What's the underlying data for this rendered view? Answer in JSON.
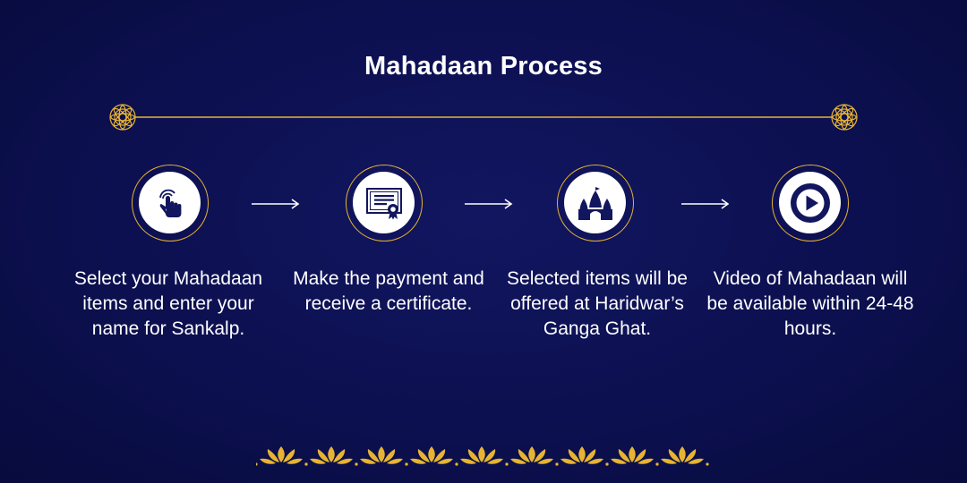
{
  "title": "Mahadaan Process",
  "colors": {
    "background": "#0c1050",
    "accent_gold": "#e7b432",
    "icon_disc": "#ffffff",
    "icon_fill": "#12165e"
  },
  "steps": [
    {
      "icon": "hand-pointer-icon",
      "text": "Select your Mahadaan items and enter your name for Sankalp."
    },
    {
      "icon": "certificate-icon",
      "text": "Make the payment and receive a certificate."
    },
    {
      "icon": "temple-icon",
      "text": "Selected items will be offered at Haridwar’s Ganga Ghat."
    },
    {
      "icon": "play-icon",
      "text": "Video of Mahadaan will be available within 24-48 hours."
    }
  ],
  "decor": {
    "divider_icon": "mandala-icon",
    "footer_icon": "lotus-icon",
    "footer_count": 9
  }
}
